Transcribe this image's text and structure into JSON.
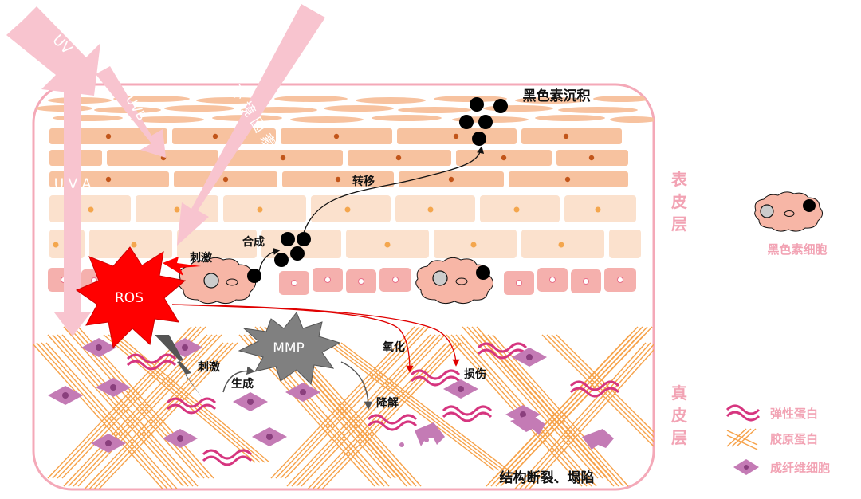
{
  "labels": {
    "melanin_deposit": "黑色素沉积",
    "transfer": "转移",
    "synthesis": "合成",
    "stimulate_top": "刺激",
    "ros": "ROS",
    "mmp": "MMP",
    "stimulate_bottom": "刺激",
    "generate": "生成",
    "oxidize": "氧化",
    "damage": "损伤",
    "degrade": "降解",
    "structure_collapse": "结构断裂、塌陷"
  },
  "arrows": {
    "uv": "UV",
    "uvb": "UVB",
    "uva": "UVA",
    "env": "环境因素"
  },
  "layers": {
    "epidermis": "表皮层",
    "dermis": "真皮层"
  },
  "legend": {
    "melanocyte": "黑色素细胞",
    "elastin": "弹性蛋白",
    "collagen": "胶原蛋白",
    "fibroblast": "成纤维细胞"
  },
  "colors": {
    "frame": "#f4a9b8",
    "arrow": "#f8c4cf",
    "cell_dark": "#f7c29f",
    "cell_light": "#fbe1cd",
    "basal": "#f5a9a9",
    "collagen": "#f6a24a",
    "elastin": "#d6357f",
    "fibroblast": "#c47bb5",
    "ros": "#ff0000",
    "mmp": "#808080",
    "label_pink": "#f2a3b4"
  }
}
